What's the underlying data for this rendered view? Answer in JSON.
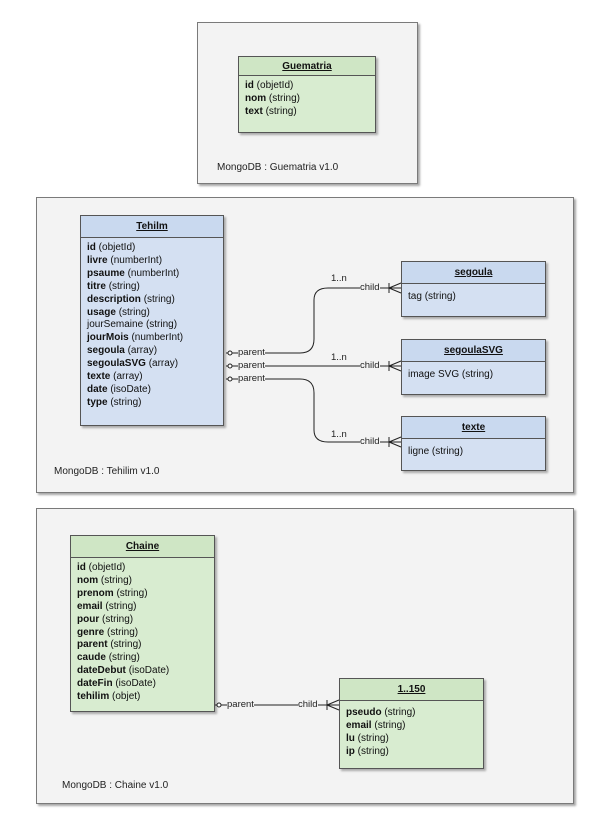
{
  "frames": {
    "guematria": "MongoDB : Guematria v1.0",
    "tehilim": "MongoDB : Tehilim v1.0",
    "chaine": "MongoDB : Chaine v1.0"
  },
  "entities": {
    "guematria": {
      "title": "Guematria",
      "fields": [
        {
          "name": "id",
          "type": "(objetId)"
        },
        {
          "name": "nom",
          "type": "(string)"
        },
        {
          "name": "text",
          "type": "(string)"
        }
      ]
    },
    "tehilm": {
      "title": "Tehilm",
      "fields": [
        {
          "name": "id",
          "type": "(objetId)"
        },
        {
          "name": "livre",
          "type": "(numberInt)"
        },
        {
          "name": "psaume",
          "type": "(numberInt)"
        },
        {
          "name": "titre",
          "type": "(string)"
        },
        {
          "name": "description",
          "type": "(string)"
        },
        {
          "name": "usage",
          "type": "(string)"
        },
        {
          "name": "jourSemaine",
          "type": "(string)"
        },
        {
          "name": "jourMois",
          "type": "(numberInt)"
        },
        {
          "name": "segoula",
          "type": "(array)"
        },
        {
          "name": "segoulaSVG",
          "type": "(array)"
        },
        {
          "name": "texte",
          "type": "(array)"
        },
        {
          "name": "date",
          "type": "(isoDate)"
        },
        {
          "name": "type",
          "type": "(string)"
        }
      ]
    },
    "segoula": {
      "title": "segoula",
      "fields": [
        {
          "name": "tag",
          "type": "(string)"
        }
      ]
    },
    "segoulaSVG": {
      "title": "segoulaSVG",
      "fields": [
        {
          "name": "image SVG",
          "type": "(string)"
        }
      ]
    },
    "texte": {
      "title": "texte",
      "fields": [
        {
          "name": "ligne",
          "type": "(string)"
        }
      ]
    },
    "chaine": {
      "title": "Chaine",
      "fields": [
        {
          "name": "id",
          "type": "(objetId)"
        },
        {
          "name": "nom",
          "type": "(string)"
        },
        {
          "name": "prenom",
          "type": "(string)"
        },
        {
          "name": "email",
          "type": "(string)"
        },
        {
          "name": "pour",
          "type": "(string)"
        },
        {
          "name": "genre",
          "type": "(string)"
        },
        {
          "name": "parent",
          "type": "(string)"
        },
        {
          "name": "caude",
          "type": "(string)"
        },
        {
          "name": "dateDebut",
          "type": "(isoDate)"
        },
        {
          "name": "dateFin",
          "type": "(isoDate)"
        },
        {
          "name": "tehilim",
          "type": "(objet)"
        }
      ]
    },
    "range": {
      "title": "1..150",
      "fields": [
        {
          "name": "pseudo",
          "type": "(string)"
        },
        {
          "name": "email",
          "type": "(string)"
        },
        {
          "name": "lu",
          "type": "(string)"
        },
        {
          "name": "ip",
          "type": "(string)"
        }
      ]
    }
  },
  "links": {
    "parent": "parent",
    "child": "child",
    "multiplicity": "1..n"
  },
  "colors": {
    "green_entity": "#d8ecd0",
    "blue_entity": "#d4e0f2",
    "frame_bg": "#f3f3f3"
  }
}
